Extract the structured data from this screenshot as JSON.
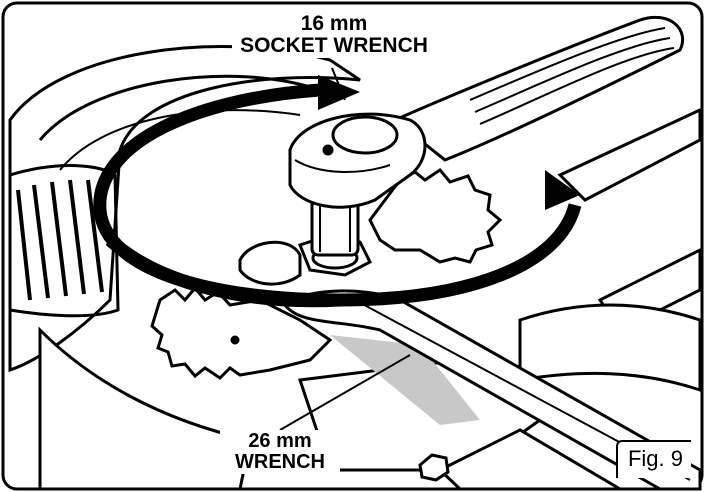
{
  "callouts": {
    "socket_wrench": {
      "size": "16 mm",
      "name": "SOCKET WRENCH"
    },
    "wrench": {
      "size": "26 mm",
      "name": "WRENCH"
    }
  },
  "figure_label": "Fig. 9",
  "icons": [
    "rotation-arrow-icon"
  ],
  "colors": {
    "line": "#000000",
    "background": "#ffffff",
    "shade": "#c8c8c8"
  }
}
